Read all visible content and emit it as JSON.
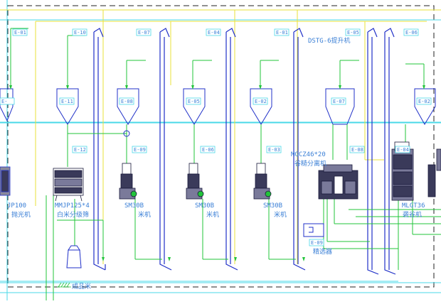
{
  "colors": {
    "background": "#ffffff",
    "equipment": "#2030c8",
    "flow_green": "#22c43a",
    "flow_yellow": "#e8e23a",
    "bus_cyan": "#4ad8e8",
    "label_blue": "#3a7fd6",
    "machine_dark": "#1a1a3a",
    "dashed_border": "#222222"
  },
  "top_tags": [
    "E-01",
    "E-10",
    "E-07",
    "E-04",
    "E-01",
    "E-05",
    "E-06"
  ],
  "bin_tags": [
    "E-11",
    "E-08",
    "E-05",
    "E-02",
    "E-07",
    "E-02",
    "E-"
  ],
  "mid_tags": [
    "E-12",
    "E-09",
    "E-06",
    "E-03",
    "E-08",
    "E-04"
  ],
  "bottom_tag": "E-09",
  "elevator_label": "DSTG-6提升机",
  "machines": {
    "polisher_code": "JP100",
    "polisher_name": "抛光机",
    "grader_code": "MMJP125*4",
    "grader_name": "白米分级筛",
    "mill1_code": "SM30B",
    "mill1_name": "米机",
    "mill2_code": "SM30B",
    "mill2_name": "米机",
    "mill3_code": "SM30B",
    "mill3_name": "米机",
    "husker_code": "MGCZ46*20",
    "husker_name": "谷糙分离机",
    "destoner_code": "MLGT36",
    "destoner_name": "砻谷机",
    "selector_name": "精选器",
    "finished_rice": "成品米"
  }
}
